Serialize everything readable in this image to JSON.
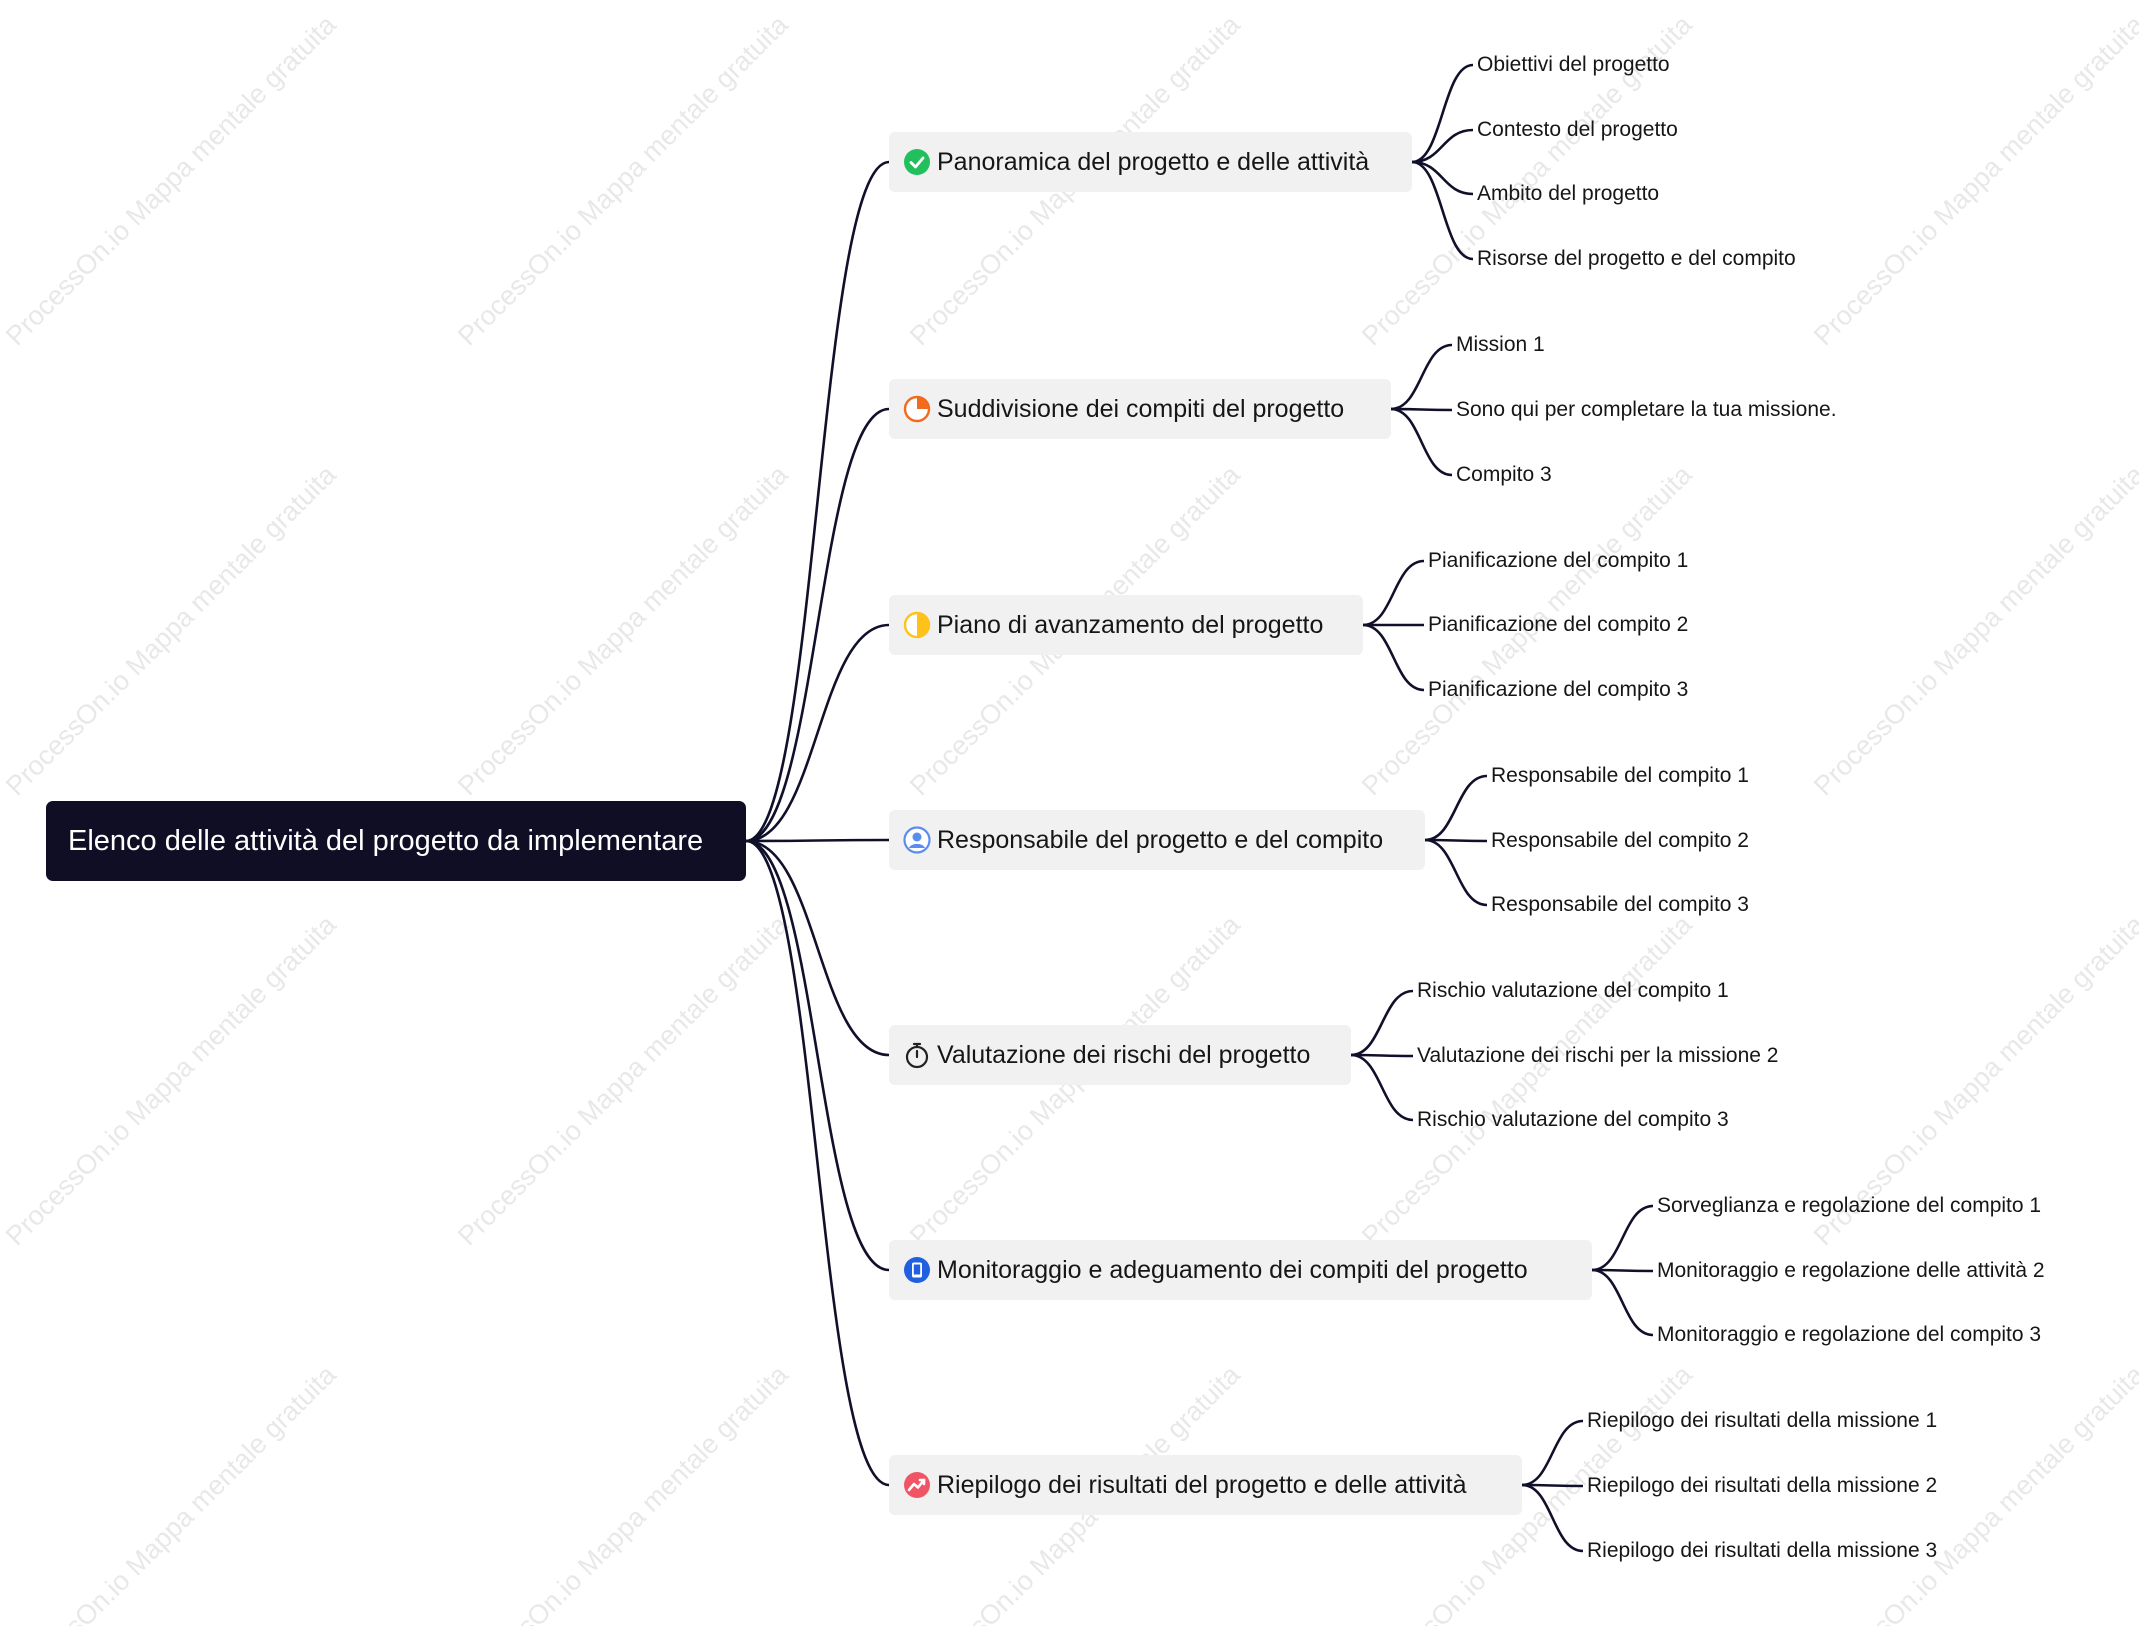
{
  "watermark": "ProcessOn.io Mappa mentale gratuita",
  "root": {
    "label": "Elenco delle attività del progetto da implementare"
  },
  "branches": [
    {
      "label": "Panoramica del progetto e delle attività",
      "icon": "check-circle-icon",
      "color": "#22c05c",
      "children": [
        "Obiettivi del progetto",
        "Contesto del progetto",
        "Ambito del progetto",
        "Risorse del progetto e del compito"
      ]
    },
    {
      "label": "Suddivisione dei compiti del progetto",
      "icon": "pie-quarter-icon",
      "color": "#f26a1b",
      "children": [
        "Mission 1",
        "Sono qui per completare la tua missione.",
        "Compito 3"
      ]
    },
    {
      "label": "Piano di avanzamento del progetto",
      "icon": "half-circle-icon",
      "color": "#ffc21a",
      "children": [
        "Pianificazione del compito 1",
        "Pianificazione del compito 2",
        "Pianificazione del compito 3"
      ]
    },
    {
      "label": "Responsabile del progetto e del compito",
      "icon": "person-icon",
      "color": "#5b8def",
      "children": [
        "Responsabile del compito 1",
        "Responsabile del compito 2",
        "Responsabile del compito 3"
      ]
    },
    {
      "label": "Valutazione dei rischi del progetto",
      "icon": "stopwatch-icon",
      "color": "#222222",
      "children": [
        "Rischio valutazione del compito 1",
        "Valutazione dei rischi per la missione 2",
        "Rischio valutazione del compito 3"
      ]
    },
    {
      "label": "Monitoraggio e adeguamento dei compiti del progetto",
      "icon": "phone-icon",
      "color": "#1f5fe0",
      "children": [
        "Sorveglianza e regolazione del compito 1",
        "Monitoraggio e regolazione delle attività 2",
        "Monitoraggio e regolazione del compito 3"
      ]
    },
    {
      "label": "Riepilogo dei risultati del progetto e delle attività",
      "icon": "trend-up-icon",
      "color": "#ef5565",
      "children": [
        "Riepilogo dei risultati della missione 1",
        "Riepilogo dei risultati della missione 2",
        "Riepilogo dei risultati della missione 3"
      ]
    }
  ]
}
